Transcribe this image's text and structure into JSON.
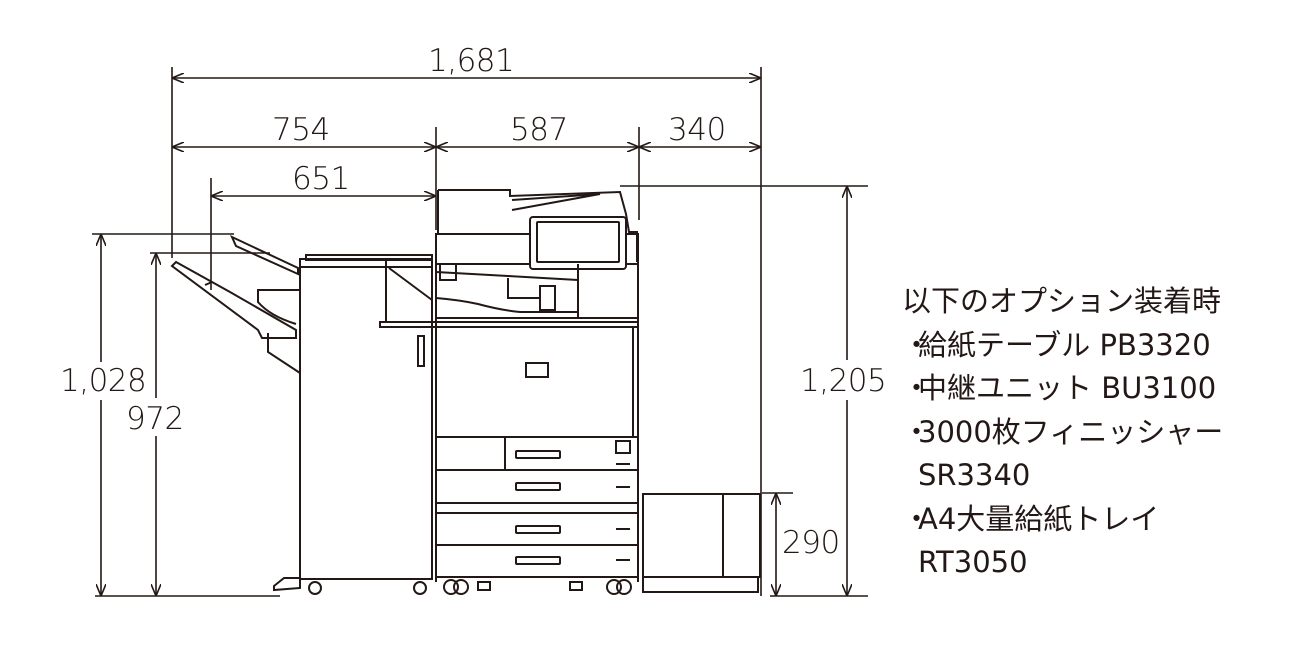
{
  "dimensions": {
    "overall_width": "1,681",
    "finisher_width": "754",
    "finisher_tray_width": "651",
    "main_unit_width": "587",
    "lct_width": "340",
    "finisher_height_top_tray": "1,028",
    "finisher_height_lower_tray": "972",
    "overall_height": "1,205",
    "lct_height": "290"
  },
  "notes": {
    "heading": "以下のオプション装着時",
    "items": [
      {
        "bullet": "・",
        "line1": "給紙テーブル PB3320",
        "line2": ""
      },
      {
        "bullet": "・",
        "line1": "中継ユニット BU3100",
        "line2": ""
      },
      {
        "bullet": "・",
        "line1": "3000枚フィニッシャー",
        "line2": "SR3340"
      },
      {
        "bullet": "・",
        "line1": "A4大量給紙トレイ",
        "line2": "RT3050"
      }
    ]
  },
  "colors": {
    "line": "#231815",
    "background": "#ffffff"
  }
}
